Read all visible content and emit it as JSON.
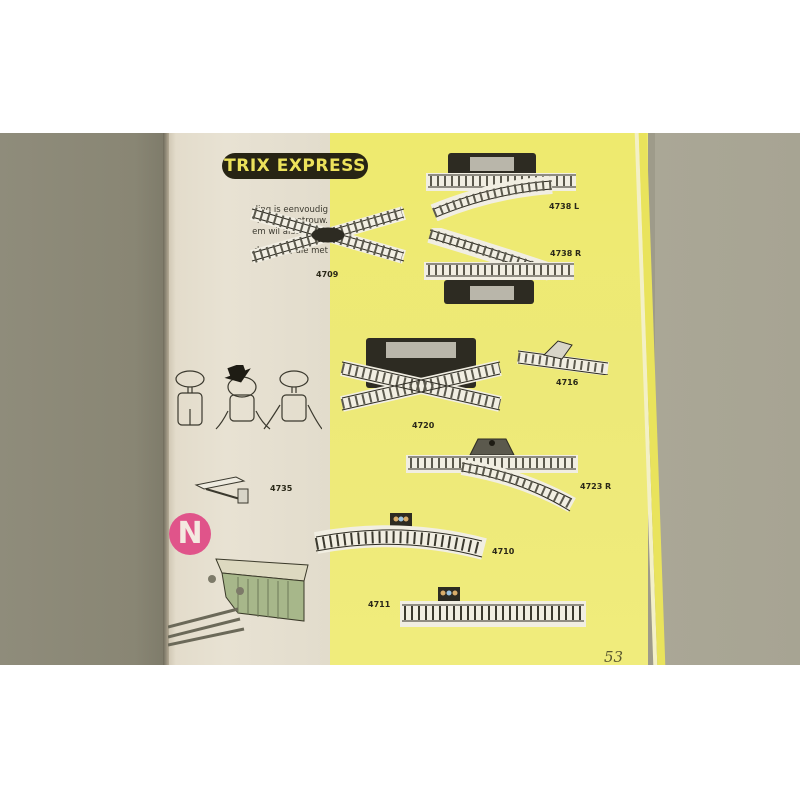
{
  "photo": {
    "description": "Photograph of an open model railway catalog page (Trix Express, Dutch text)",
    "colors": {
      "background_gray": "#9e9b8a",
      "page_cream": "#e8e2d3",
      "page_yellow": "#eeea6e",
      "logo_dark": "#272414",
      "logo_text": "#ece25b",
      "n_badge": "#e0548a"
    }
  },
  "page": {
    "logo": "TRIX EXPRESS",
    "body_text_lines": [
      "ding is eenvoudig",
      "r  natuurgetrouw.",
      "em wil afstappen,",
      "den  zien,  die met"
    ],
    "n_badge": "N",
    "page_number": "53",
    "items": [
      {
        "code": "4709",
        "kind": "crossing"
      },
      {
        "code": "4738 L",
        "kind": "left turnout with motor"
      },
      {
        "code": "4738 R",
        "kind": "right turnout with motor"
      },
      {
        "code": "4720",
        "kind": "double slip switch"
      },
      {
        "code": "4716",
        "kind": "uncoupler track"
      },
      {
        "code": "4723 R",
        "kind": "right turnout manual"
      },
      {
        "code": "4735",
        "kind": "accessory"
      },
      {
        "code": "4710",
        "kind": "curved contact track"
      },
      {
        "code": "4711",
        "kind": "straight contact track"
      }
    ]
  }
}
